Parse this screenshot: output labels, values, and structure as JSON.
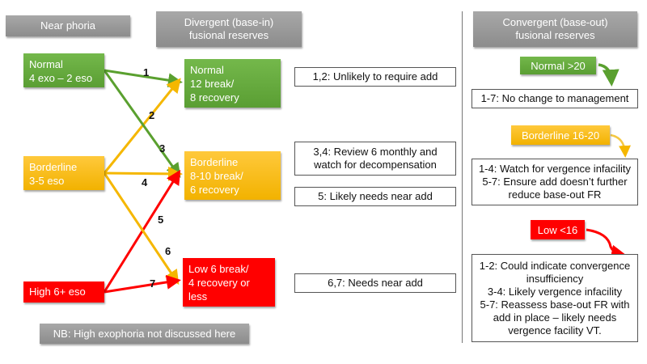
{
  "headers": {
    "near_phoria": "Near phoria",
    "divergent": [
      "Divergent (base-in)",
      "fusional reserves"
    ],
    "convergent": [
      "Convergent (base-out)",
      "fusional reserves"
    ]
  },
  "phoria": {
    "normal": [
      "Normal",
      "4 exo – 2 eso"
    ],
    "borderline": [
      "Borderline",
      "3-5 eso"
    ],
    "high": [
      "High 6+ eso"
    ]
  },
  "divergent_reserves": {
    "normal": [
      "Normal",
      "12 break/",
      "8 recovery"
    ],
    "borderline": [
      "Borderline",
      "8-10 break/",
      "6 recovery"
    ],
    "low": [
      "Low  6 break/",
      "4 recovery or",
      "less"
    ]
  },
  "arrows": [
    {
      "id": "1",
      "from": "normal",
      "to": "normal",
      "color": "#5aa02f"
    },
    {
      "id": "2",
      "from": "borderline",
      "to": "normal",
      "color": "#f5b700"
    },
    {
      "id": "3",
      "from": "normal",
      "to": "borderline",
      "color": "#5aa02f"
    },
    {
      "id": "4",
      "from": "borderline",
      "to": "borderline",
      "color": "#f5b700"
    },
    {
      "id": "5",
      "from": "high",
      "to": "borderline",
      "color": "#ff0000"
    },
    {
      "id": "6",
      "from": "borderline",
      "to": "low",
      "color": "#f5b700"
    },
    {
      "id": "7",
      "from": "high",
      "to": "low",
      "color": "#ff0000"
    }
  ],
  "divergent_notes": {
    "n12": "1,2: Unlikely to require add",
    "n34": [
      "3,4: Review 6 monthly and",
      "watch for decompensation"
    ],
    "n5": "5: Likely needs near add",
    "n67": "6,7: Needs near add"
  },
  "convergent": {
    "normal_label": "Normal >20",
    "normal_note": "1-7: No change to management",
    "borderline_label": "Borderline 16-20",
    "borderline_note": [
      "1-4: Watch for vergence infacility",
      "5-7: Ensure add doesn’t further",
      "reduce base-out FR"
    ],
    "low_label": "Low <16",
    "low_note": [
      "1-2: Could indicate convergence",
      "insufficiency",
      "3-4: Likely vergence infacility",
      "5-7: Reassess base-out FR with",
      "add in place – likely needs",
      "vergence facility VT."
    ]
  },
  "footnote": "NB: High exophoria not discussed here",
  "colors": {
    "green": "#5aa02f",
    "yellow": "#f5b700",
    "red": "#ff0000",
    "header_gray": "#999999"
  }
}
